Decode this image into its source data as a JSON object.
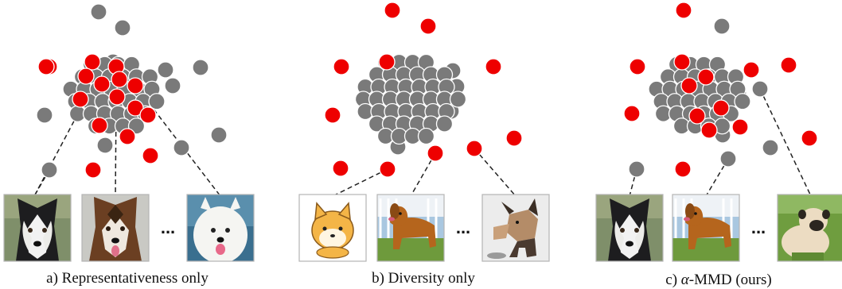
{
  "panels": [
    {
      "id": "a",
      "caption": "a) Representativeness only",
      "ellipsis": "...",
      "thumbnails": [
        "husky",
        "malamute",
        "samoyed"
      ]
    },
    {
      "id": "b",
      "caption": "b) Diversity only",
      "ellipsis": "...",
      "thumbnails": [
        "cartoon-shiba",
        "golden-dog",
        "papercraft-dog"
      ]
    },
    {
      "id": "c",
      "caption_prefix": "c) ",
      "caption_symbol": "α",
      "caption_suffix": "-MMD (ours)",
      "ellipsis": "...",
      "thumbnails": [
        "husky",
        "golden-dog",
        "pug"
      ]
    }
  ],
  "legend_colors": {
    "selected": "#ee0000",
    "unselected": "#7a7a7a"
  }
}
